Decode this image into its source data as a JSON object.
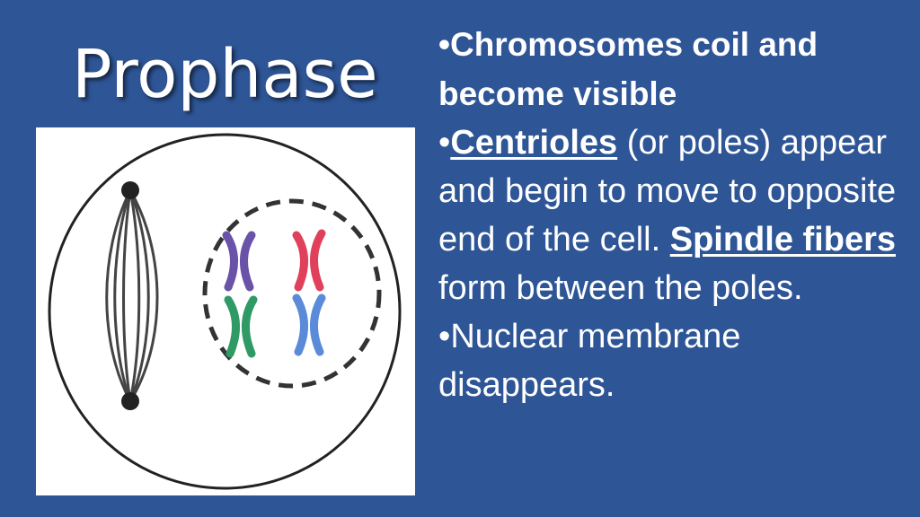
{
  "slide": {
    "title": "Prophase",
    "bullets": {
      "b1": {
        "dot": "•",
        "text": "Chromosomes coil and become visible"
      },
      "b2": {
        "dot": "•",
        "centrioles": "Centrioles",
        "part1": " (or poles) appear and begin to move to opposite end of the cell. ",
        "spindle_fibers": "Spindle fibers",
        "part2": " form between the poles."
      },
      "b3": {
        "dot": "•",
        "text": "Nuclear membrane disappears."
      }
    }
  },
  "colors": {
    "background": "#2e5596",
    "text": "#ffffff",
    "chromosome_purple": "#6a52a8",
    "chromosome_red": "#e0405a",
    "chromosome_green": "#2f9a66",
    "chromosome_blue": "#5b8ad8"
  }
}
